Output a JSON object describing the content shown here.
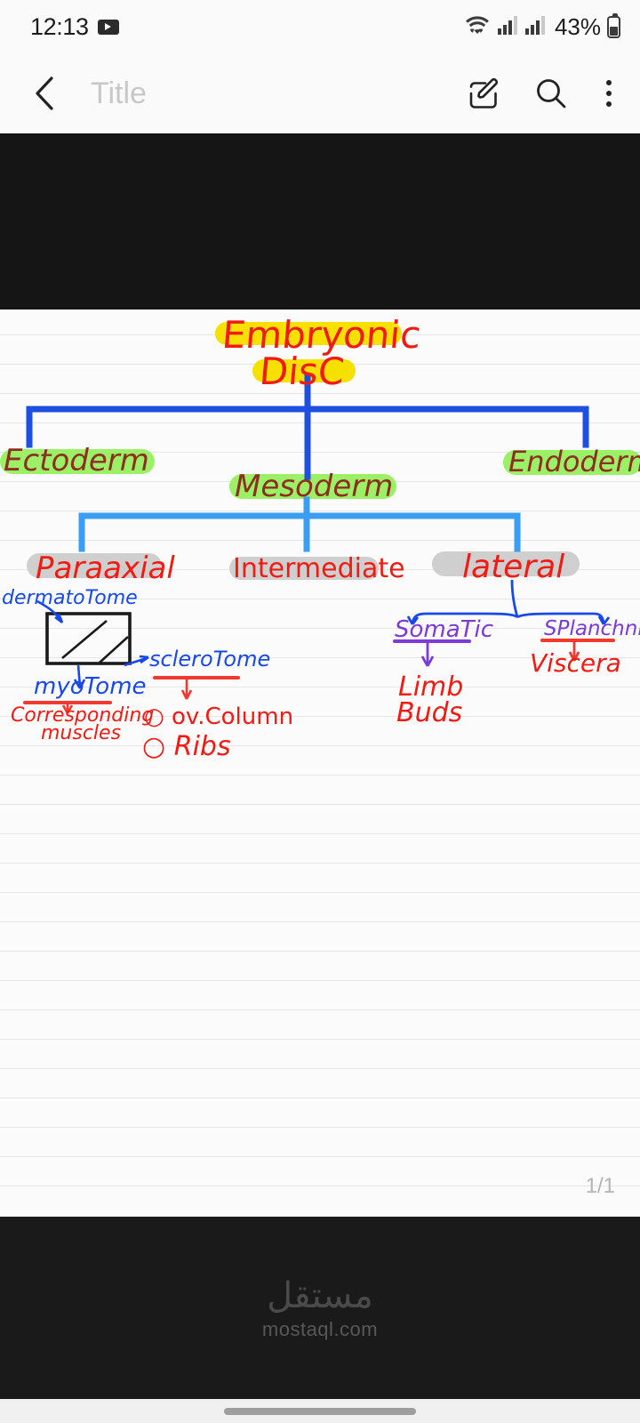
{
  "status_bar": {
    "time": "12:13",
    "youtube_icon": "youtube-play-icon",
    "wifi_icon": "wifi-icon",
    "signal_icon_1": "cellular-signal-icon",
    "signal_icon_2": "cellular-signal-icon",
    "battery_percent": "43%",
    "battery_icon": "battery-icon"
  },
  "toolbar": {
    "back_icon": "chevron-left-icon",
    "title_placeholder": "Title",
    "edit_icon": "edit-pencil-icon",
    "search_icon": "search-icon",
    "more_icon": "more-vertical-icon"
  },
  "note": {
    "page_indicator": "1/1"
  },
  "watermark": {
    "script": "مستقل",
    "domain": "mostaql.com"
  },
  "colors": {
    "red_ink": "#f21b14",
    "maroon_ink": "#8c2f22",
    "blue_ink": "#1748e8",
    "purple_ink": "#7c3ad6",
    "highlight_yellow": "#f6e000",
    "highlight_green": "#9bf066",
    "highlight_gray": "#cfcfcf",
    "connector_dark_blue": "#1f4fe0",
    "connector_light_blue": "#3a9ef5"
  },
  "chart_data": {
    "type": "diagram",
    "title": "Embryonic Disc",
    "subtype": "handwritten-hierarchy-tree",
    "nodes": {
      "root": {
        "label": "Embryonic Disc",
        "line1": "Embryonic",
        "line2": "DisC",
        "ink": "red",
        "highlight": "yellow"
      },
      "germ_layers": [
        {
          "label": "Ectoderm",
          "ink": "maroon",
          "highlight": "green"
        },
        {
          "label": "Mesoderm",
          "ink": "maroon",
          "highlight": "green"
        },
        {
          "label": "Endoderm",
          "ink": "maroon",
          "highlight": "green"
        }
      ],
      "mesoderm_children": [
        {
          "label": "Paraaxial",
          "ink": "red",
          "highlight": "gray"
        },
        {
          "label": "Intermediate",
          "ink": "red",
          "highlight": "gray"
        },
        {
          "label": "lateral",
          "ink": "red",
          "highlight": "gray"
        }
      ],
      "paraaxial_detail": {
        "box_icon": "somite-box-diagram",
        "dermatotome": "dermatoTome",
        "myotome": "myoTome",
        "sclerotome": "scleroTome",
        "myotome_result_line1": "Corresponding",
        "myotome_result_line2": "muscles",
        "sclerotome_result_1": "ov.Column",
        "sclerotome_result_2": "Ribs",
        "bullet_1": "○",
        "bullet_2": "○"
      },
      "lateral_children": [
        {
          "label": "SomaTic",
          "ink": "purple",
          "underline": "purple",
          "result_line1": "Limb",
          "result_line2": "Buds",
          "result_ink": "red"
        },
        {
          "label": "SPlanchnic",
          "ink": "purple",
          "underline": "red",
          "result_line1": "Viscera",
          "result_ink": "red"
        }
      ]
    },
    "edges": [
      {
        "from": "Embryonic Disc",
        "to": "Ectoderm"
      },
      {
        "from": "Embryonic Disc",
        "to": "Mesoderm"
      },
      {
        "from": "Embryonic Disc",
        "to": "Endoderm"
      },
      {
        "from": "Mesoderm",
        "to": "Paraaxial"
      },
      {
        "from": "Mesoderm",
        "to": "Intermediate"
      },
      {
        "from": "Mesoderm",
        "to": "lateral"
      },
      {
        "from": "Paraaxial",
        "to": "dermatoTome"
      },
      {
        "from": "Paraaxial",
        "to": "myoTome"
      },
      {
        "from": "Paraaxial",
        "to": "scleroTome"
      },
      {
        "from": "myoTome",
        "to": "Corresponding muscles"
      },
      {
        "from": "scleroTome",
        "to": "ov.Column / Ribs"
      },
      {
        "from": "lateral",
        "to": "SomaTic"
      },
      {
        "from": "lateral",
        "to": "SPlanchnic"
      },
      {
        "from": "SomaTic",
        "to": "Limb Buds"
      },
      {
        "from": "SPlanchnic",
        "to": "Viscera"
      }
    ]
  }
}
